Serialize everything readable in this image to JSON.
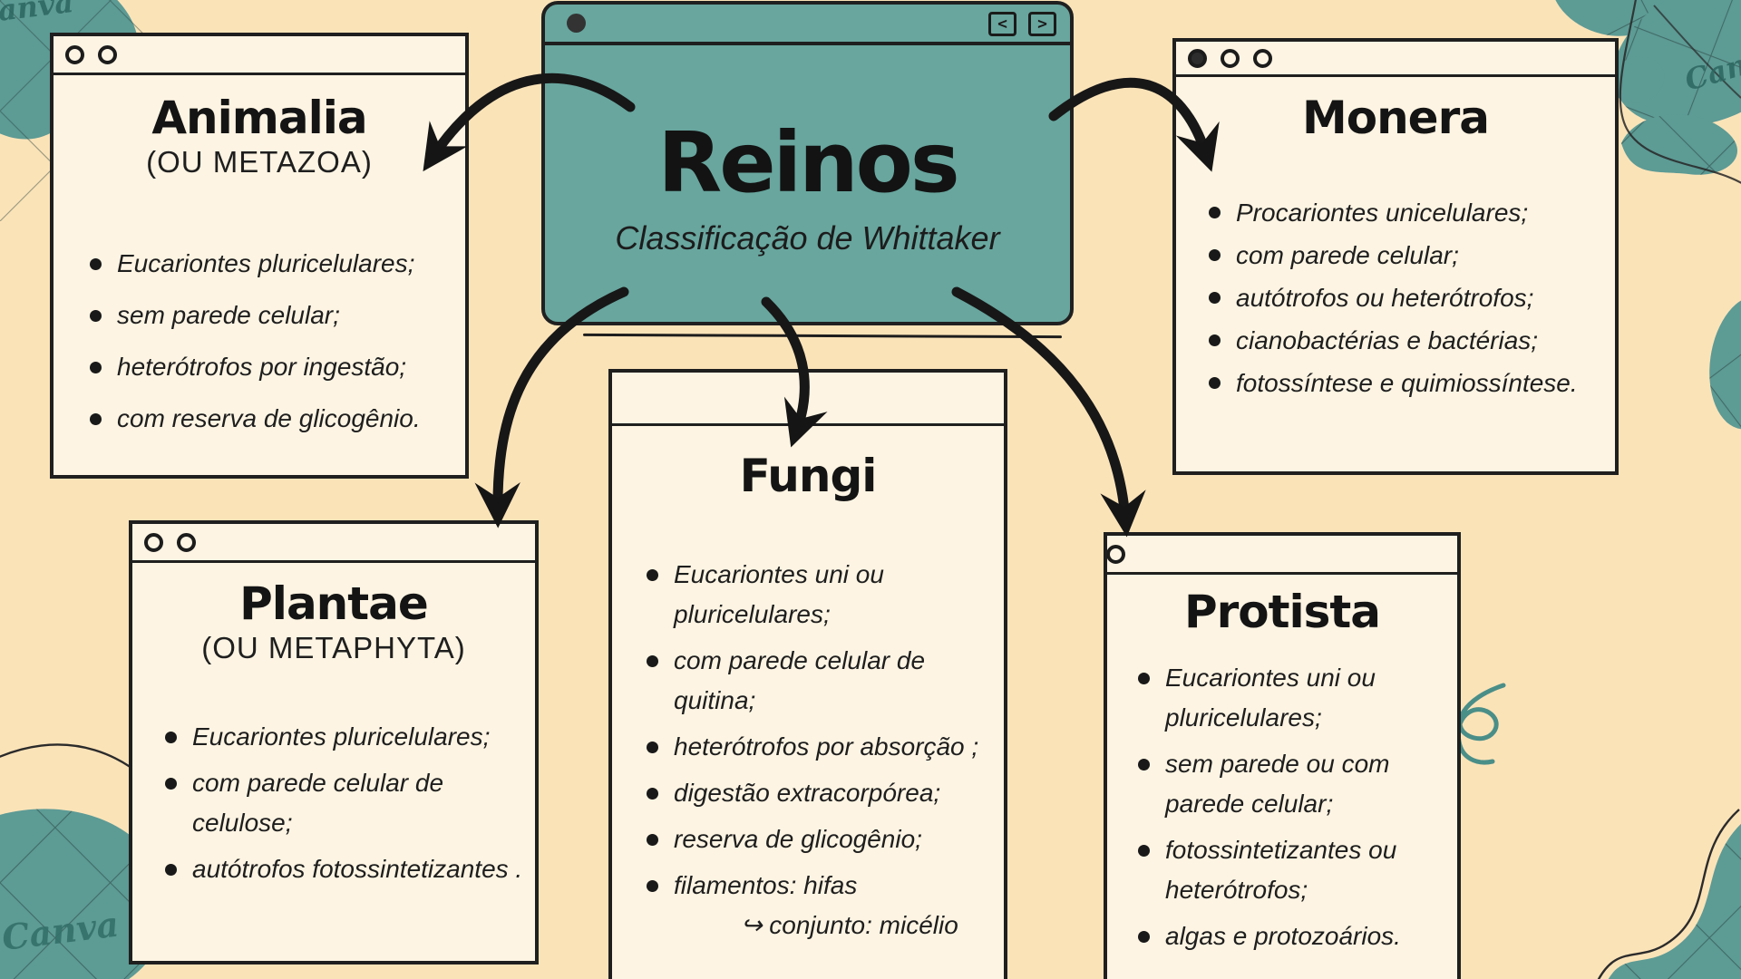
{
  "page": {
    "background_color": "#fbe3b8",
    "ink_color": "#1f1f1f",
    "teal_window_color": "#68a69e",
    "blob_teal_color": "#5d9b95",
    "card_color": "#fdf4e3"
  },
  "watermark": {
    "brand": "Canva"
  },
  "center_window": {
    "title": "Reinos",
    "subtitle": "Classificação de Whittaker",
    "nav_prev": "<",
    "nav_next": ">"
  },
  "cards": {
    "animalia": {
      "title": "Animalia",
      "subtitle": "(OU METAZOA)",
      "bullets": [
        {
          "text": "Eucariontes pluricelulares;"
        },
        {
          "text": "sem parede celular;"
        },
        {
          "text": "heterótrofos por ingestão;"
        },
        {
          "text": "com reserva de glicogênio."
        }
      ]
    },
    "monera": {
      "title": "Monera",
      "bullets": [
        {
          "text": "Procariontes unicelulares;"
        },
        {
          "text": "com parede celular;"
        },
        {
          "text": "autótrofos ou heterótrofos;"
        },
        {
          "text": "cianobactérias e bactérias;"
        },
        {
          "text": "fotossíntese e quimiossíntese."
        }
      ]
    },
    "plantae": {
      "title": "Plantae",
      "subtitle": "(OU METAPHYTA)",
      "bullets": [
        {
          "text": "Eucariontes pluricelulares;"
        },
        {
          "text": "com parede celular de celulose;"
        },
        {
          "text": "autótrofos fotossintetizantes ."
        }
      ]
    },
    "fungi": {
      "title": "Fungi",
      "bullets": [
        {
          "text": "Eucariontes uni ou pluricelulares;"
        },
        {
          "text": "com parede celular de quitina;"
        },
        {
          "text": "heterótrofos por absorção ;"
        },
        {
          "text": "digestão extracorpórea;"
        },
        {
          "text": "reserva de glicogênio;"
        },
        {
          "text": "filamentos: hifas",
          "sub": "↪ conjunto: micélio"
        }
      ]
    },
    "protista": {
      "title": "Protista",
      "bullets": [
        {
          "text": "Eucariontes uni ou pluricelulares;"
        },
        {
          "text": "sem parede ou com parede celular;"
        },
        {
          "text": "fotossintetizantes ou heterótrofos;"
        },
        {
          "text": "algas e protozoários."
        }
      ]
    }
  }
}
